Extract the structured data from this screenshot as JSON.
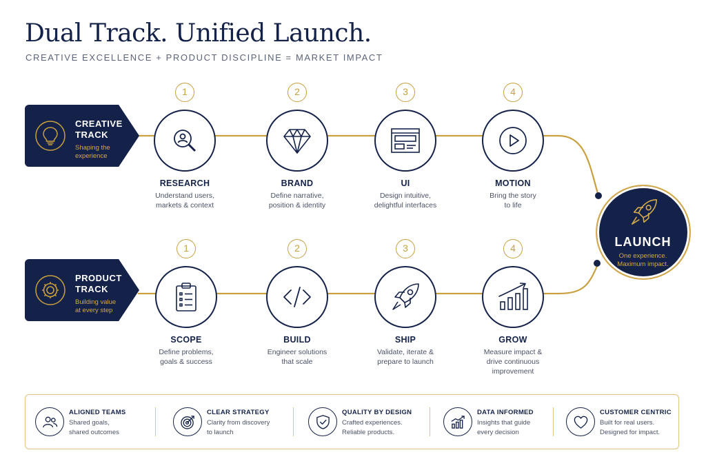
{
  "header": {
    "title": "Dual Track. Unified Launch.",
    "subtitle": "CREATIVE EXCELLENCE + PRODUCT DISCIPLINE = MARKET IMPACT"
  },
  "colors": {
    "navy": "#14224a",
    "gold": "#c9a040",
    "text": "#4a5268"
  },
  "creative": {
    "name_line1": "CREATIVE",
    "name_line2": "TRACK",
    "desc_line1": "Shaping the",
    "desc_line2": "experience",
    "icon": "lightbulb-icon",
    "steps": [
      {
        "num": "1",
        "name": "RESEARCH",
        "desc1": "Understand users,",
        "desc2": "markets & context",
        "desc3": "",
        "icon": "research-icon"
      },
      {
        "num": "2",
        "name": "BRAND",
        "desc1": "Define narrative,",
        "desc2": "position & identity",
        "desc3": "",
        "icon": "diamond-icon"
      },
      {
        "num": "3",
        "name": "UI",
        "desc1": "Design intuitive,",
        "desc2": "delightful interfaces",
        "desc3": "",
        "icon": "layout-icon"
      },
      {
        "num": "4",
        "name": "MOTION",
        "desc1": "Bring the story",
        "desc2": "to life",
        "desc3": "",
        "icon": "play-icon"
      }
    ]
  },
  "product": {
    "name_line1": "PRODUCT",
    "name_line2": "TRACK",
    "desc_line1": "Building value",
    "desc_line2": "at every step",
    "icon": "gear-icon",
    "steps": [
      {
        "num": "1",
        "name": "SCOPE",
        "desc1": "Define problems,",
        "desc2": "goals & success",
        "desc3": "",
        "icon": "clipboard-icon"
      },
      {
        "num": "2",
        "name": "BUILD",
        "desc1": "Engineer solutions",
        "desc2": "that scale",
        "desc3": "",
        "icon": "code-icon"
      },
      {
        "num": "3",
        "name": "SHIP",
        "desc1": "Validate, iterate &",
        "desc2": "prepare to launch",
        "desc3": "",
        "icon": "rocket-icon"
      },
      {
        "num": "4",
        "name": "GROW",
        "desc1": "Measure impact &",
        "desc2": "drive continuous",
        "desc3": "improvement",
        "icon": "growth-chart-icon"
      }
    ]
  },
  "launch": {
    "name": "LAUNCH",
    "desc1": "One experience.",
    "desc2": "Maximum impact.",
    "icon": "rocket-icon"
  },
  "footer": [
    {
      "title": "ALIGNED TEAMS",
      "desc1": "Shared goals,",
      "desc2": "shared outcomes",
      "icon": "team-icon"
    },
    {
      "title": "CLEAR STRATEGY",
      "desc1": "Clarity from discovery",
      "desc2": "to launch",
      "icon": "target-icon"
    },
    {
      "title": "QUALITY BY DESIGN",
      "desc1": "Crafted experiences.",
      "desc2": "Reliable products.",
      "icon": "shield-check-icon"
    },
    {
      "title": "DATA INFORMED",
      "desc1": "Insights that guide",
      "desc2": "every decision",
      "icon": "bar-chart-icon"
    },
    {
      "title": "CUSTOMER CENTRIC",
      "desc1": "Built for real users.",
      "desc2": "Designed for impact.",
      "icon": "heart-icon"
    }
  ]
}
